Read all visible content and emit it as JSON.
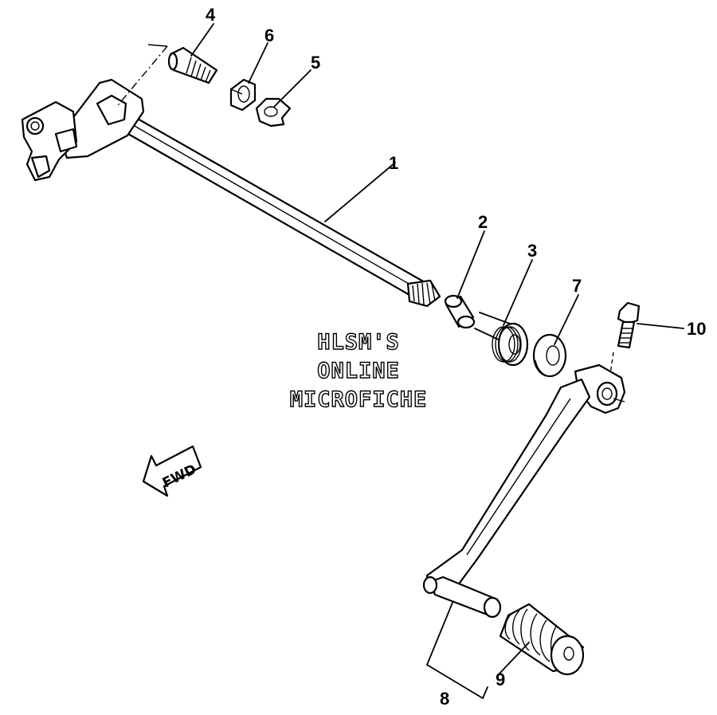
{
  "watermark": {
    "line1": "HLSM'S",
    "line2": "ONLINE",
    "line3": "MICROFICHE"
  },
  "direction_arrow": {
    "label": "FWD"
  },
  "callouts": [
    {
      "id": "c1",
      "label": "1"
    },
    {
      "id": "c2",
      "label": "2"
    },
    {
      "id": "c3",
      "label": "3"
    },
    {
      "id": "c4",
      "label": "4"
    },
    {
      "id": "c5",
      "label": "5"
    },
    {
      "id": "c6",
      "label": "6"
    },
    {
      "id": "c7",
      "label": "7"
    },
    {
      "id": "c8",
      "label": "8"
    },
    {
      "id": "c9",
      "label": "9"
    },
    {
      "id": "c10",
      "label": "10"
    }
  ]
}
